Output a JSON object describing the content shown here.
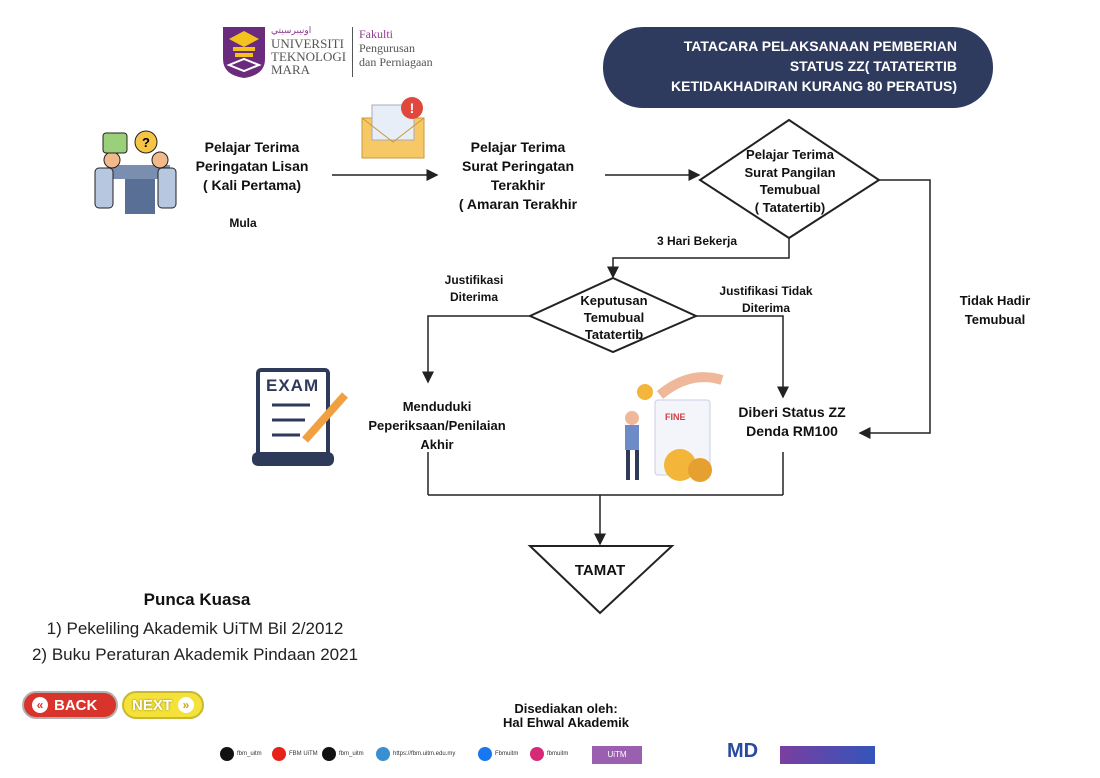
{
  "header": {
    "logo": {
      "university": [
        "UNIVERSITI",
        "TEKNOLOGI",
        "MARA"
      ],
      "faculty": [
        "Fakulti",
        "Pengurusan",
        "dan Perniagaan"
      ]
    },
    "title_lines": [
      "TATACARA PELAKSANAAN PEMBERIAN",
      "STATUS ZZ( TATATERTIB",
      "KETIDAKHADIRAN KURANG 80 PERATUS)"
    ],
    "title_color": "#2f3a5f"
  },
  "flow": {
    "step1": [
      "Pelajar Terima",
      "Peringatan Lisan",
      "( Kali Pertama)"
    ],
    "start_label": "Mula",
    "step2": [
      "Pelajar  Terima",
      "Surat Peringatan",
      "Terakhir",
      "( Amaran Terakhir"
    ],
    "decision1": [
      "Pelajar  Terima",
      "Surat  Pangilan",
      "Temubual",
      "( Tatatertib)"
    ],
    "days_label": "3 Hari Bekerja",
    "absent_label": [
      "Tidak Hadir",
      "Temubual"
    ],
    "decision2": [
      "Keputusan",
      "Temubual",
      "Tatatertib"
    ],
    "accepted_label": [
      "Justifikasi",
      "Diterima"
    ],
    "rejected_label": [
      "Justifikasi Tidak",
      "Diterima"
    ],
    "outcome_exam": [
      "Menduduki",
      "Peperiksaan/Penilaian",
      "Akhir"
    ],
    "exam_icon_text": "EXAM",
    "outcome_zz": [
      "Diberi Status ZZ",
      "Denda RM100"
    ],
    "fine_icon_text": "FINE",
    "end_label": "TAMAT"
  },
  "authority": {
    "heading": "Punca Kuasa",
    "items": [
      "1) Pekeliling Akademik UiTM Bil 2/2012",
      "2) Buku Peraturan Akademik Pindaan 2021"
    ]
  },
  "nav": {
    "back_label": "BACK",
    "next_label": "NEXT"
  },
  "footer": {
    "prepared_by": "Disediakan oleh:",
    "prepared_unit": "Hal Ehwal Akademik",
    "socials": [
      {
        "icon": "x-icon",
        "label": "fbm_uitm",
        "color": "#111111"
      },
      {
        "icon": "youtube-icon",
        "label": "FBM UiTM",
        "color": "#e62117"
      },
      {
        "icon": "tiktok-icon",
        "label": "fbm_uitm",
        "color": "#111111"
      },
      {
        "icon": "globe-icon",
        "label": "https://fbm.uitm.edu.my",
        "color": "#3a8fd0"
      },
      {
        "icon": "facebook-icon",
        "label": "Fbmuitm",
        "color": "#1877f2"
      },
      {
        "icon": "instagram-icon",
        "label": "fbmuitm",
        "color": "#d62976"
      }
    ]
  }
}
